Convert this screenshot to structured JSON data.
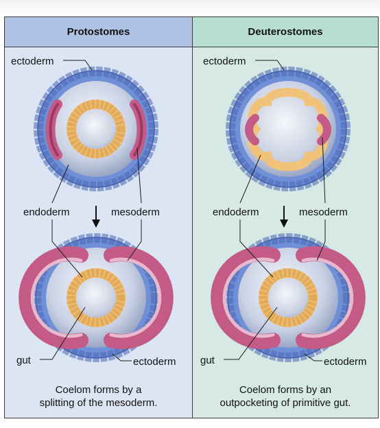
{
  "columns": [
    {
      "id": "protostomes",
      "title": "Protostomes",
      "caption": [
        "Coelom forms by a",
        "splitting of the mesoderm."
      ]
    },
    {
      "id": "deuterostomes",
      "title": "Deuterostomes",
      "caption": [
        "Coelom forms by an",
        "outpocketing of primitive gut."
      ]
    }
  ],
  "labels": {
    "ectoderm": "ectoderm",
    "endoderm": "endoderm",
    "mesoderm": "mesoderm",
    "gut": "gut"
  },
  "colors": {
    "ectoderm": "#6f8fd6",
    "endoderm": "#f1c27a",
    "mesoderm": "#c45a86",
    "protostome_panel": "#dbe5f3",
    "protostome_header": "#aec2e3",
    "deuterostome_panel": "#d6e9e4",
    "deuterostome_header": "#b8ded4"
  }
}
